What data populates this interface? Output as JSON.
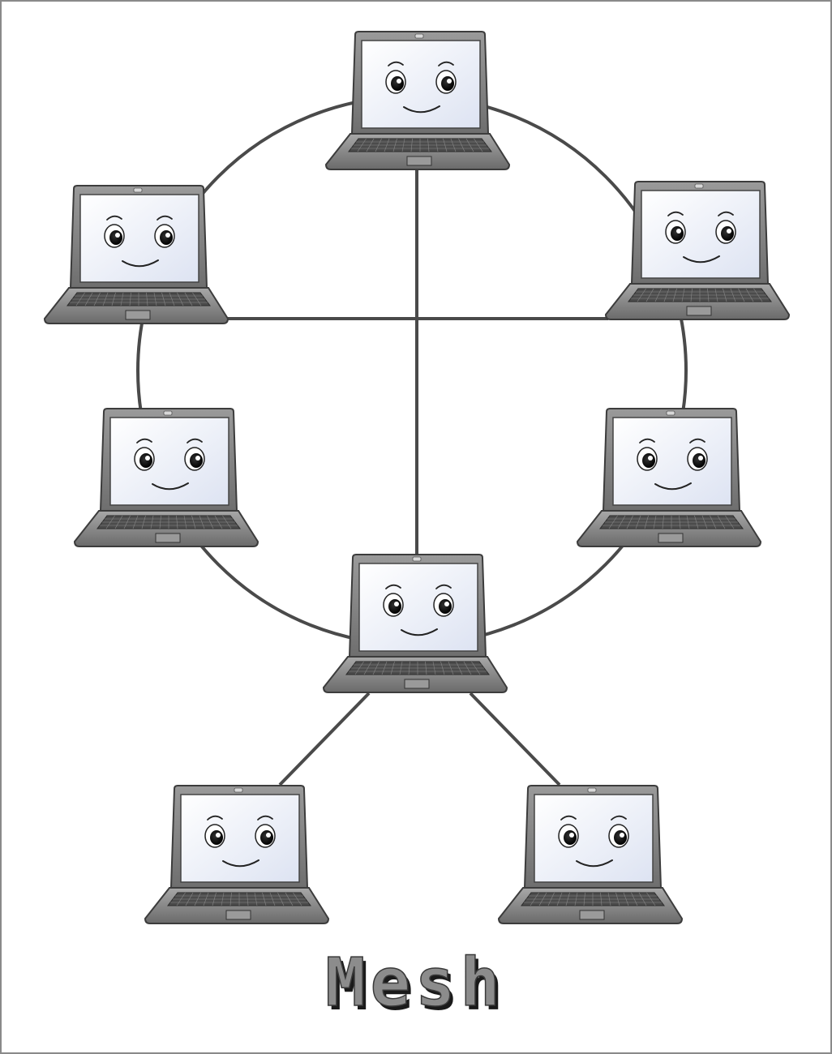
{
  "diagram": {
    "title": "Mesh",
    "colors": {
      "background": "#ffffff",
      "border": "#8a8a8a",
      "link": "#4a4a4a",
      "laptop_body": "#7a7a7a",
      "laptop_dark": "#5a5a5a",
      "laptop_light": "#b8b8b8",
      "screen": "#eef1f8",
      "title_fill": "#8c8c8c",
      "title_shadow": "#1a1a1a"
    },
    "nodes": [
      {
        "id": "laptop-top"
      },
      {
        "id": "laptop-upper-left"
      },
      {
        "id": "laptop-upper-right"
      },
      {
        "id": "laptop-middle-left"
      },
      {
        "id": "laptop-middle-right"
      },
      {
        "id": "laptop-center"
      },
      {
        "id": "laptop-bottom-left"
      },
      {
        "id": "laptop-bottom-right"
      }
    ],
    "links": [
      {
        "from": "laptop-top",
        "to": "laptop-upper-left"
      },
      {
        "from": "laptop-top",
        "to": "laptop-upper-right"
      },
      {
        "from": "laptop-top",
        "to": "laptop-center"
      },
      {
        "from": "laptop-upper-left",
        "to": "laptop-upper-right"
      },
      {
        "from": "laptop-upper-left",
        "to": "laptop-middle-left"
      },
      {
        "from": "laptop-upper-right",
        "to": "laptop-middle-right"
      },
      {
        "from": "laptop-middle-left",
        "to": "laptop-center"
      },
      {
        "from": "laptop-middle-right",
        "to": "laptop-center"
      },
      {
        "from": "laptop-center",
        "to": "laptop-bottom-left"
      },
      {
        "from": "laptop-center",
        "to": "laptop-bottom-right"
      }
    ]
  }
}
